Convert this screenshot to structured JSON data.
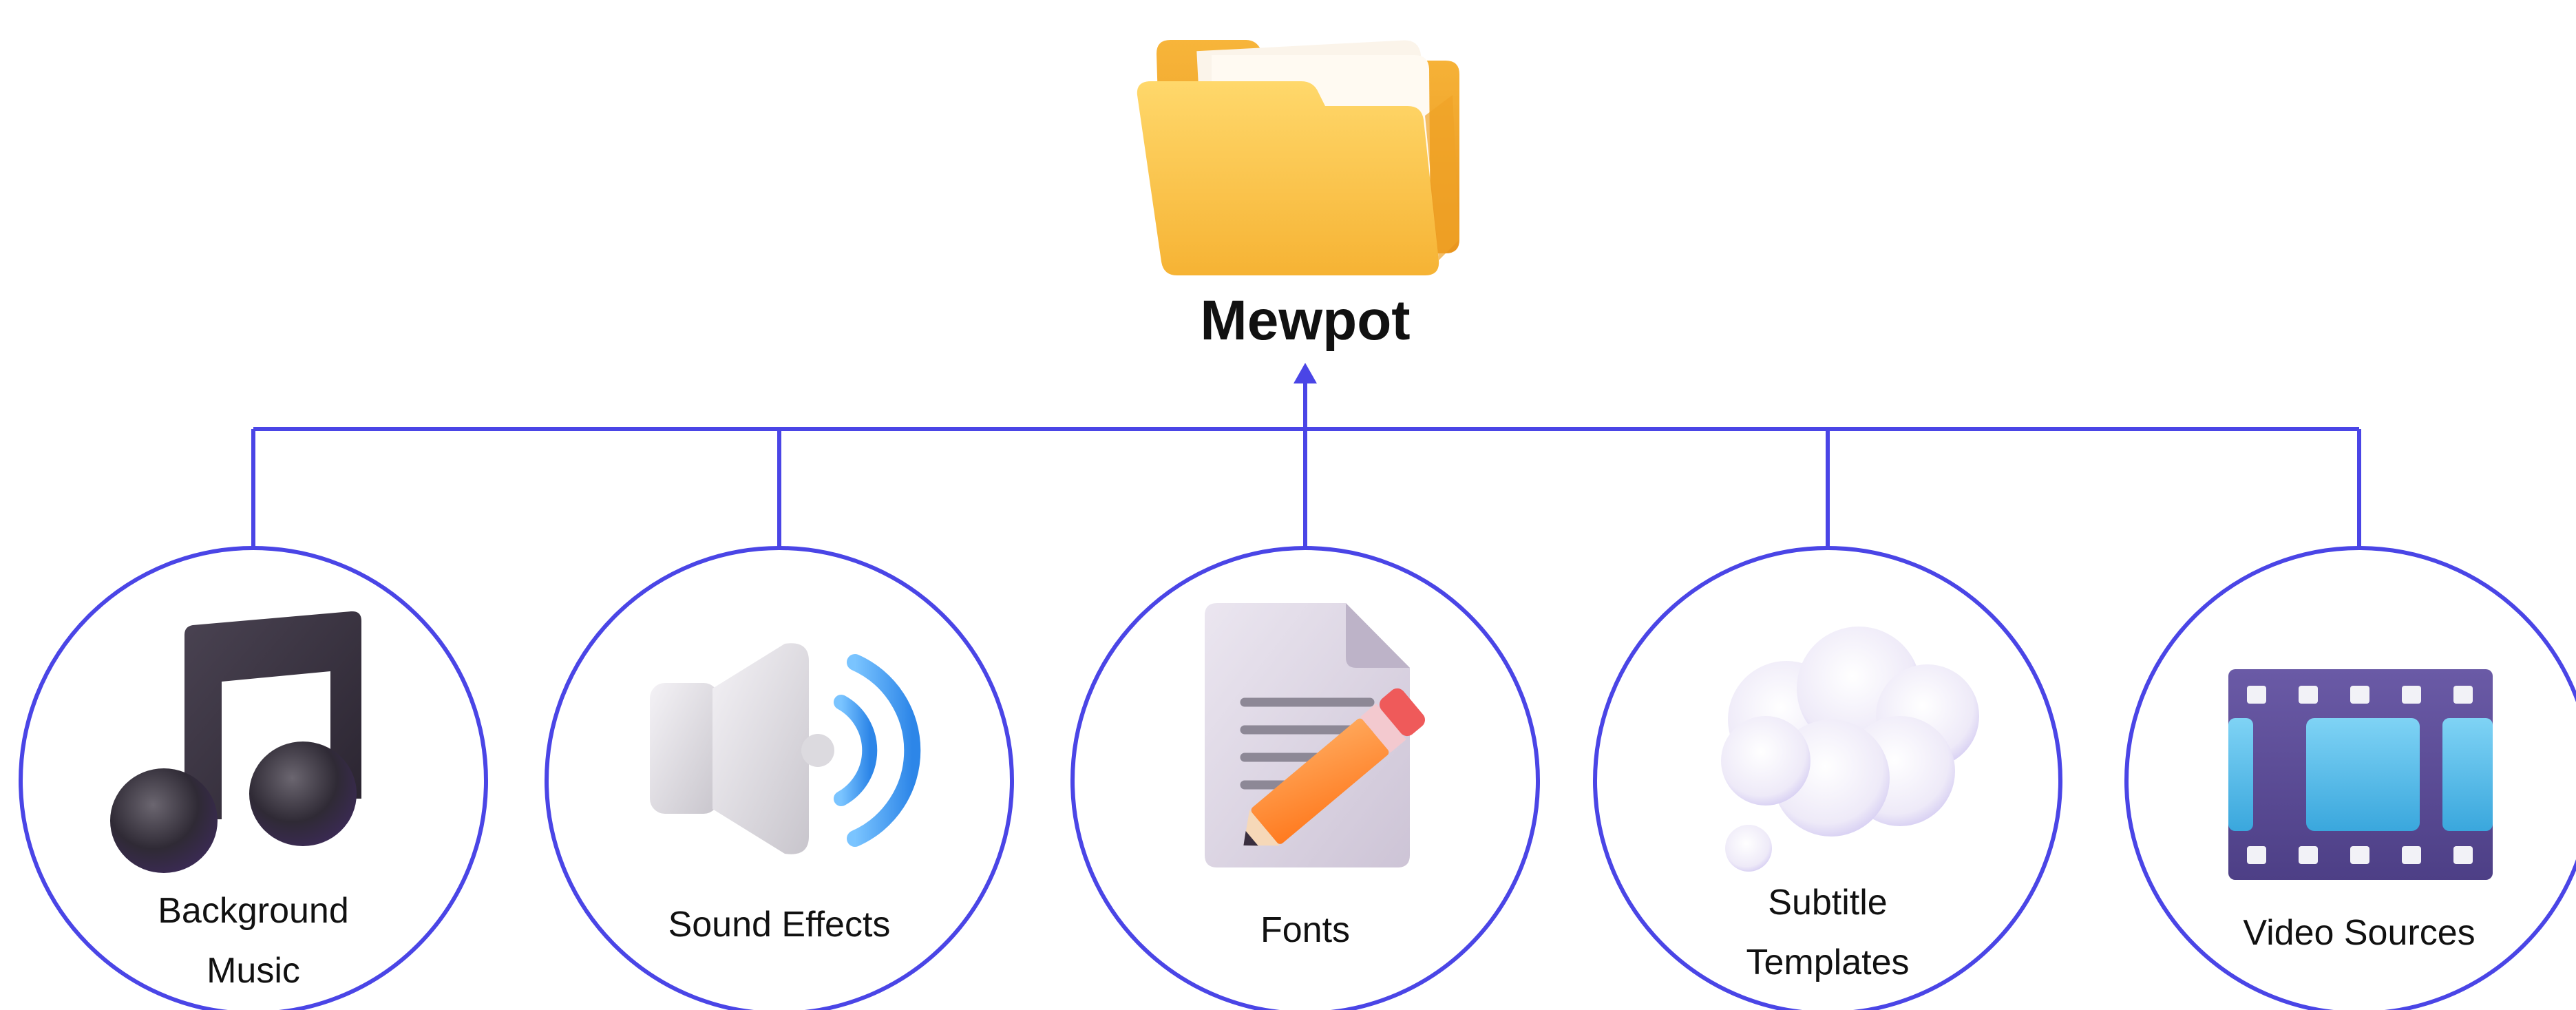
{
  "root": {
    "title": "Mewpot",
    "icon": "folder-icon"
  },
  "colors": {
    "line": "#4a45e6",
    "circle_stroke": "#4a45e6",
    "text": "#111111"
  },
  "categories": [
    {
      "id": "background-music",
      "lines": [
        "Background",
        "Music"
      ],
      "icon": "music-note-icon"
    },
    {
      "id": "sound-effects",
      "lines": [
        "Sound Effects"
      ],
      "icon": "speaker-icon"
    },
    {
      "id": "fonts",
      "lines": [
        "Fonts"
      ],
      "icon": "document-pencil-icon"
    },
    {
      "id": "subtitle-templates",
      "lines": [
        "Subtitle",
        "Templates"
      ],
      "icon": "thought-bubble-icon"
    },
    {
      "id": "video-sources",
      "lines": [
        "Video Sources"
      ],
      "icon": "film-strip-icon"
    }
  ]
}
